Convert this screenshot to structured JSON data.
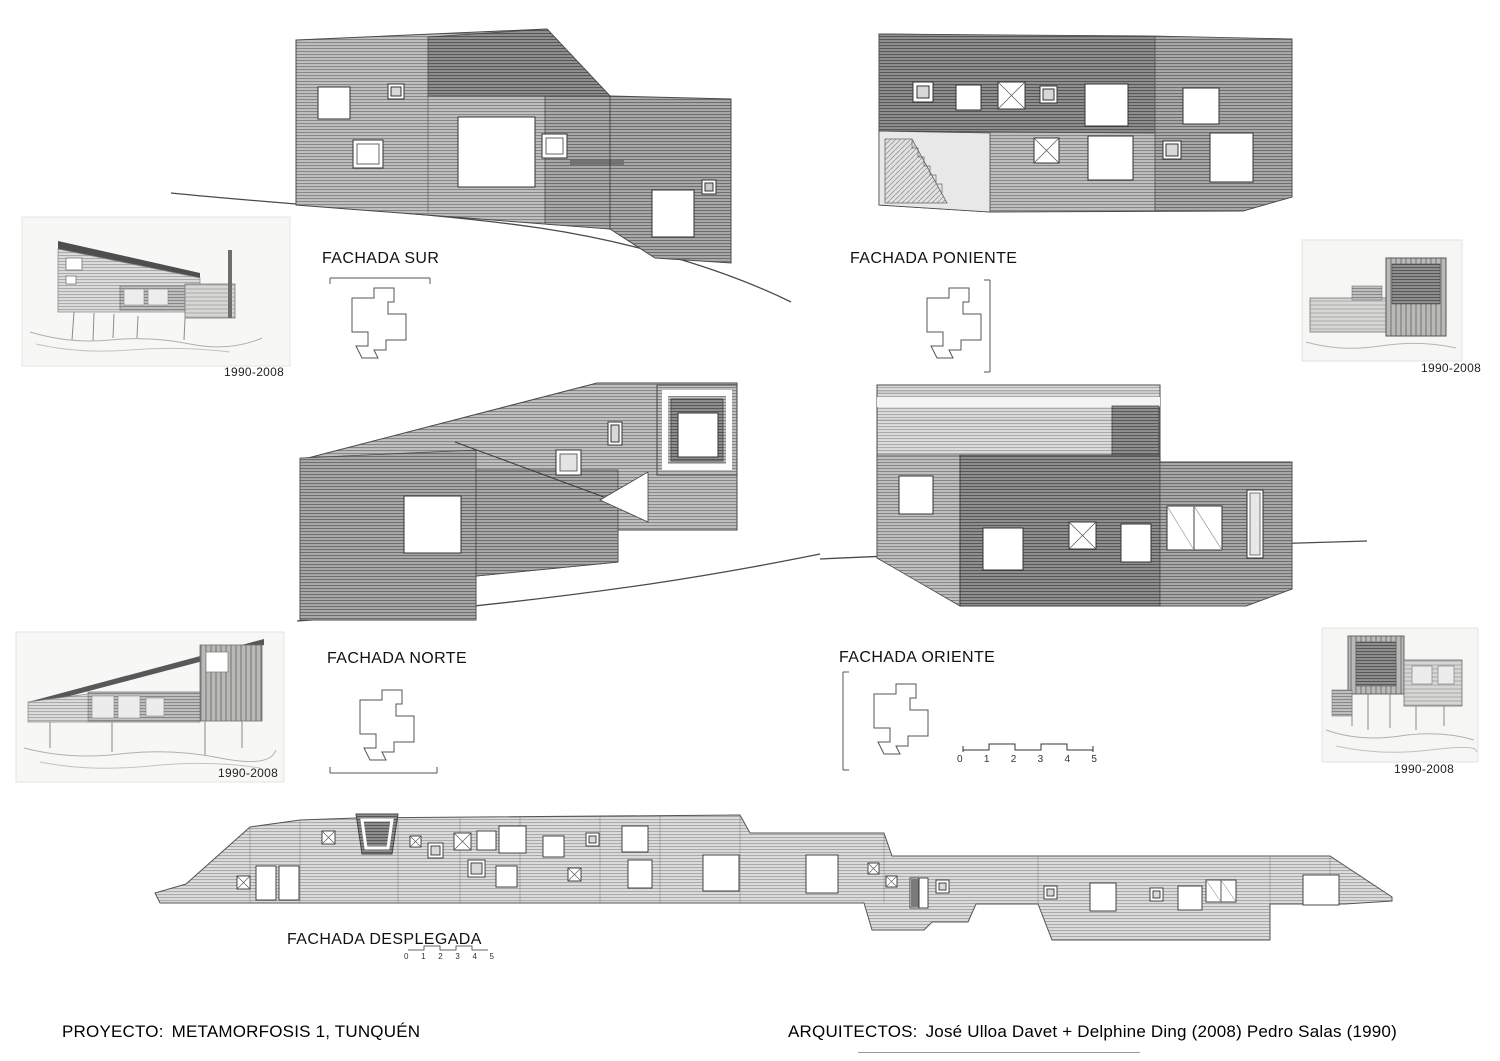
{
  "colors": {
    "paper": "#ffffff",
    "ink": "#1a1a1a",
    "siding_light": "#dcdcdc",
    "siding_medium": "#c0c0c0",
    "siding_medium_dark": "#a9a9a9",
    "siding_dark": "#8f8f8f"
  },
  "labels": {
    "fachada_sur": "FACHADA SUR",
    "fachada_poniente": "FACHADA PONIENTE",
    "fachada_norte": "FACHADA NORTE",
    "fachada_oriente": "FACHADA ORIENTE",
    "fachada_desplegada": "FACHADA DESPLEGADA"
  },
  "photos": {
    "top_left": {
      "caption": "1990-2008"
    },
    "top_right": {
      "caption": "1990-2008"
    },
    "bottom_left": {
      "caption": "1990-2008"
    },
    "bottom_right": {
      "caption": "1990-2008"
    }
  },
  "scalebars": {
    "oriente": {
      "ticks": [
        "0",
        "1",
        "2",
        "3",
        "4",
        "5"
      ]
    },
    "desplegada": {
      "ticks": [
        "0",
        "1",
        "2",
        "3",
        "4",
        "5"
      ]
    }
  },
  "footer": {
    "project_label": "PROYECTO:",
    "project_name": "METAMORFOSIS 1, TUNQUÉN",
    "architects_label": "ARQUITECTOS:",
    "architects_names": "José Ulloa Davet + Delphine Ding (2008) Pedro Salas (1990)"
  }
}
